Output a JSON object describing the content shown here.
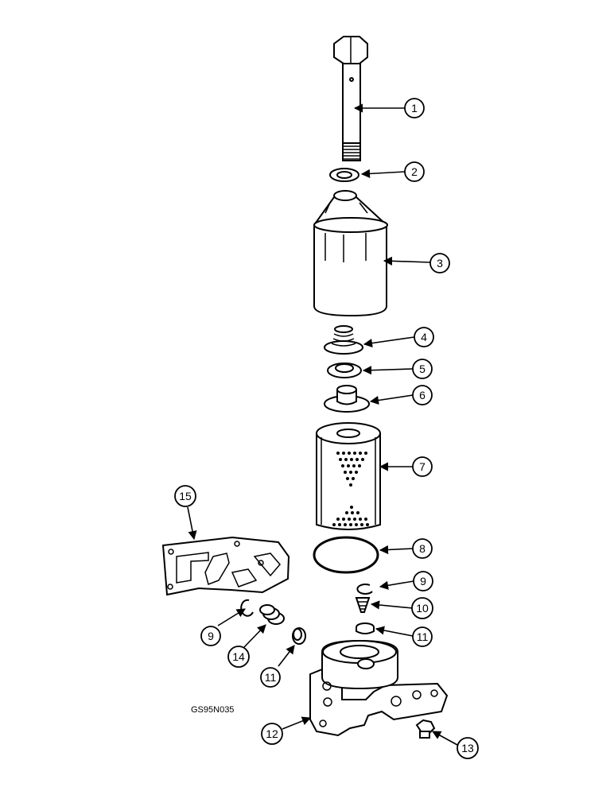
{
  "figure_code": "GS95N035",
  "callouts": {
    "c1": "1",
    "c2": "2",
    "c3": "3",
    "c4": "4",
    "c5": "5",
    "c6": "6",
    "c7": "7",
    "c8": "8",
    "c9a": "9",
    "c9b": "9",
    "c10": "10",
    "c11a": "11",
    "c11b": "11",
    "c12": "12",
    "c13": "13",
    "c14": "14",
    "c15": "15"
  }
}
